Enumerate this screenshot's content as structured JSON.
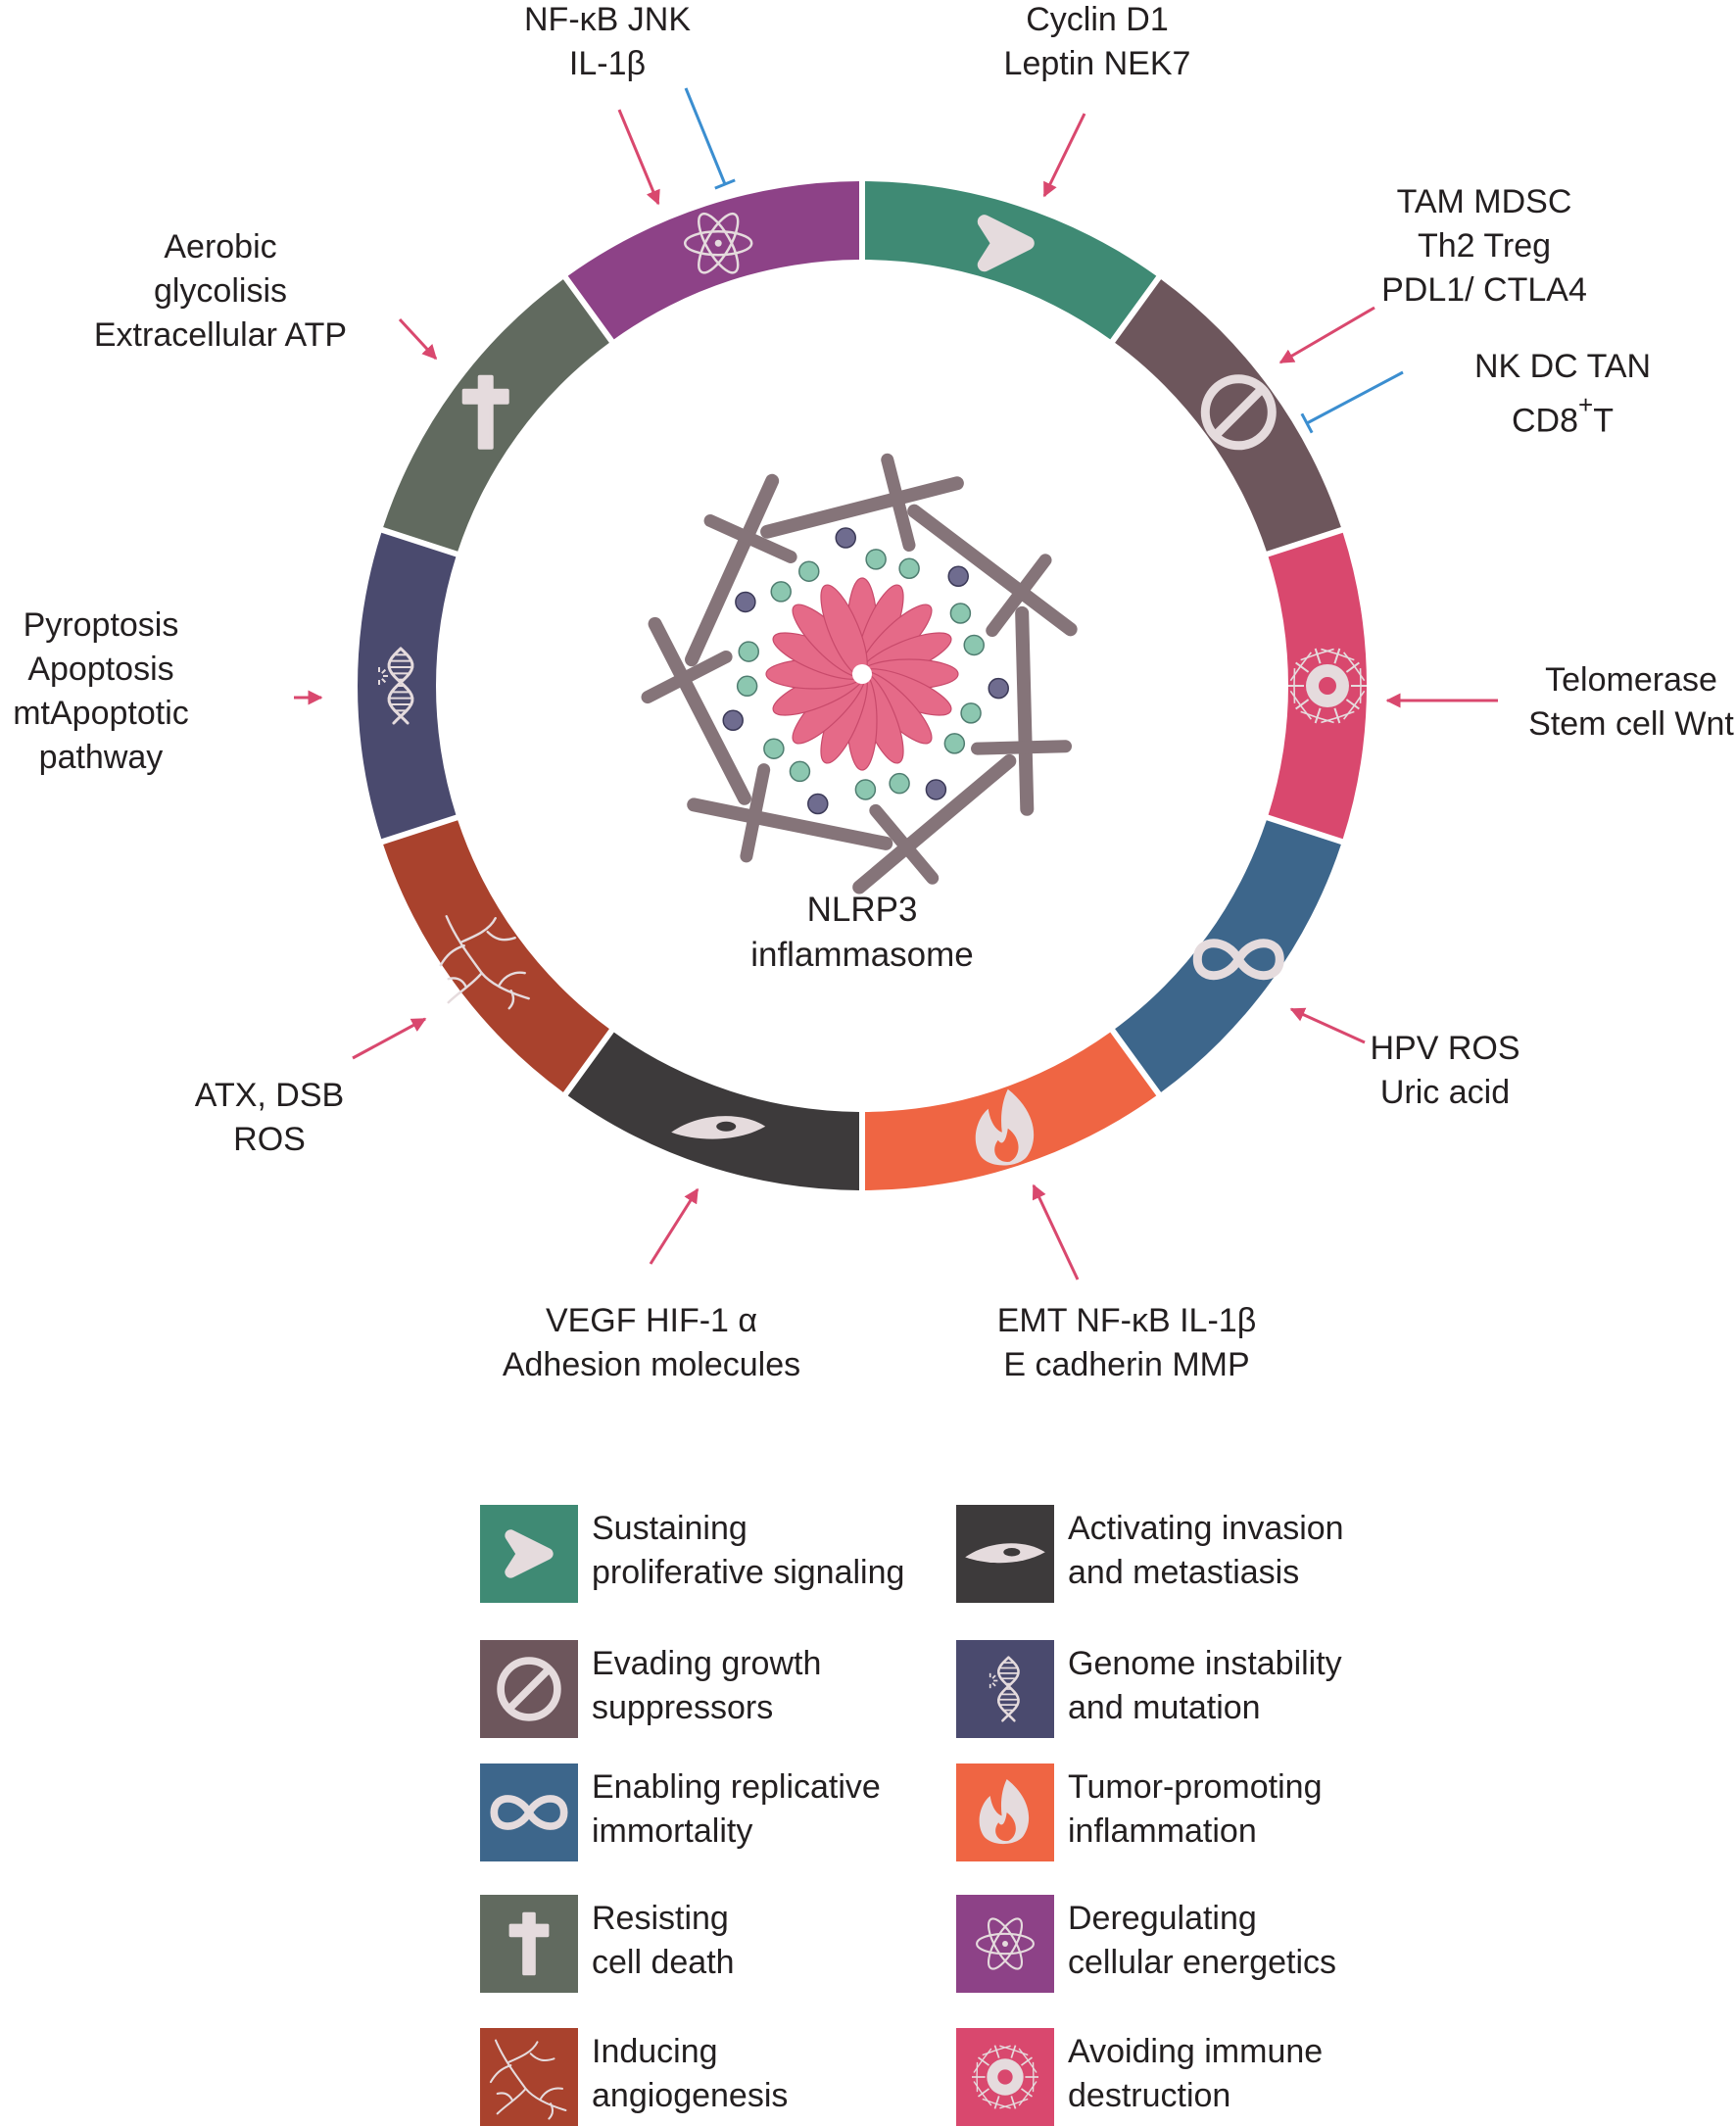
{
  "center": {
    "line1": "NLRP3",
    "line2": "inflammasome"
  },
  "labels": {
    "nfkb": [
      "NF-κB JNK",
      "IL-1β"
    ],
    "cyclin": [
      "Cyclin D1",
      "Leptin NEK7"
    ],
    "tam": [
      "TAM MDSC",
      "Th2 Treg",
      "PDL1/ CTLA4"
    ],
    "nk": [
      "NK DC TAN",
      "CD8",
      "+",
      "T"
    ],
    "telomerase": [
      "Telomerase",
      "Stem cell Wnt"
    ],
    "hpv": [
      "HPV ROS",
      "Uric acid"
    ],
    "emt": [
      "EMT NF-κB IL-1β",
      "E cadherin MMP"
    ],
    "vegf": [
      "VEGF HIF-1 α",
      "Adhesion molecules"
    ],
    "atx": [
      "ATX, DSB",
      "ROS"
    ],
    "pyro": [
      "Pyroptosis",
      "Apoptosis",
      "mtApoptotic",
      "pathway"
    ],
    "aerobic": [
      "Aerobic",
      "glycolisis",
      "Extracellular ATP"
    ]
  },
  "legend": [
    {
      "line1": "Sustaining",
      "line2": "proliferative signaling",
      "color": "#3f8a74",
      "icon": "chevron-icon"
    },
    {
      "line1": "Activating invasion",
      "line2": "and metastiasis",
      "color": "#3d3a3b",
      "icon": "invasive-cell-icon"
    },
    {
      "line1": "Evading growth",
      "line2": "suppressors",
      "color": "#6d565c",
      "icon": "prohibition-icon"
    },
    {
      "line1": "Genome instability",
      "line2": "and mutation",
      "color": "#4a4a6e",
      "icon": "dna-icon"
    },
    {
      "line1": "Enabling replicative",
      "line2": "immortality",
      "color": "#3d668b",
      "icon": "infinity-icon"
    },
    {
      "line1": "Tumor-promoting",
      "line2": "inflammation",
      "color": "#ef6543",
      "icon": "flame-icon"
    },
    {
      "line1": "Resisting",
      "line2": "cell death",
      "color": "#616a5f",
      "icon": "cross-icon"
    },
    {
      "line1": "Deregulating",
      "line2": "cellular energetics",
      "color": "#8d4287",
      "icon": "atom-icon"
    },
    {
      "line1": "Inducing",
      "line2": "angiogenesis",
      "color": "#a9422d",
      "icon": "vessel-icon"
    },
    {
      "line1": "Avoiding immune",
      "line2": "destruction",
      "color": "#d9486e",
      "icon": "immune-cell-icon"
    }
  ],
  "colors": {
    "activation_arrow": "#d9486e",
    "inhibition_arrow": "#3b8ed0",
    "rod": "#857479",
    "petal": "#e56a88",
    "bead_green": "#8cc7b0",
    "bead_purple": "#6f6c8f"
  }
}
